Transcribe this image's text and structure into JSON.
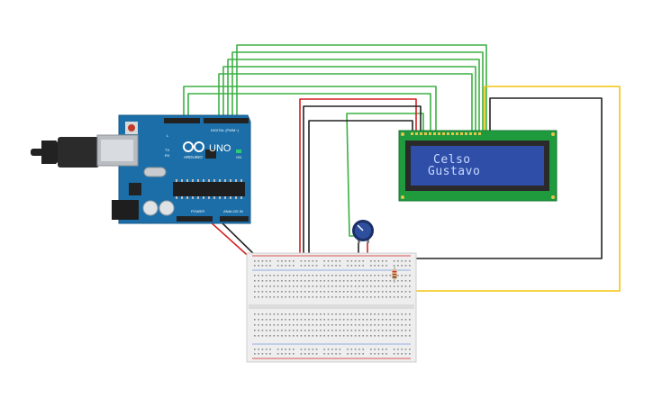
{
  "board": {
    "brand": "ARDUINO",
    "model": "UNO",
    "header_digital": "DIGITAL (PWM~)",
    "header_power": "POWER",
    "header_analog": "ANALOG IN",
    "label_tx": "TX",
    "label_rx": "RX",
    "label_l": "L",
    "label_on": "ON"
  },
  "lcd": {
    "line1": "Celso",
    "line2": "Gustavo"
  },
  "colors": {
    "wire_green": "#3cb043",
    "wire_red": "#d42121",
    "wire_black": "#222222",
    "wire_yellow": "#f2c40f",
    "board_blue": "#1b6ea8",
    "lcd_pcb": "#1f9b3e",
    "lcd_screen": "#2f4ea8"
  }
}
